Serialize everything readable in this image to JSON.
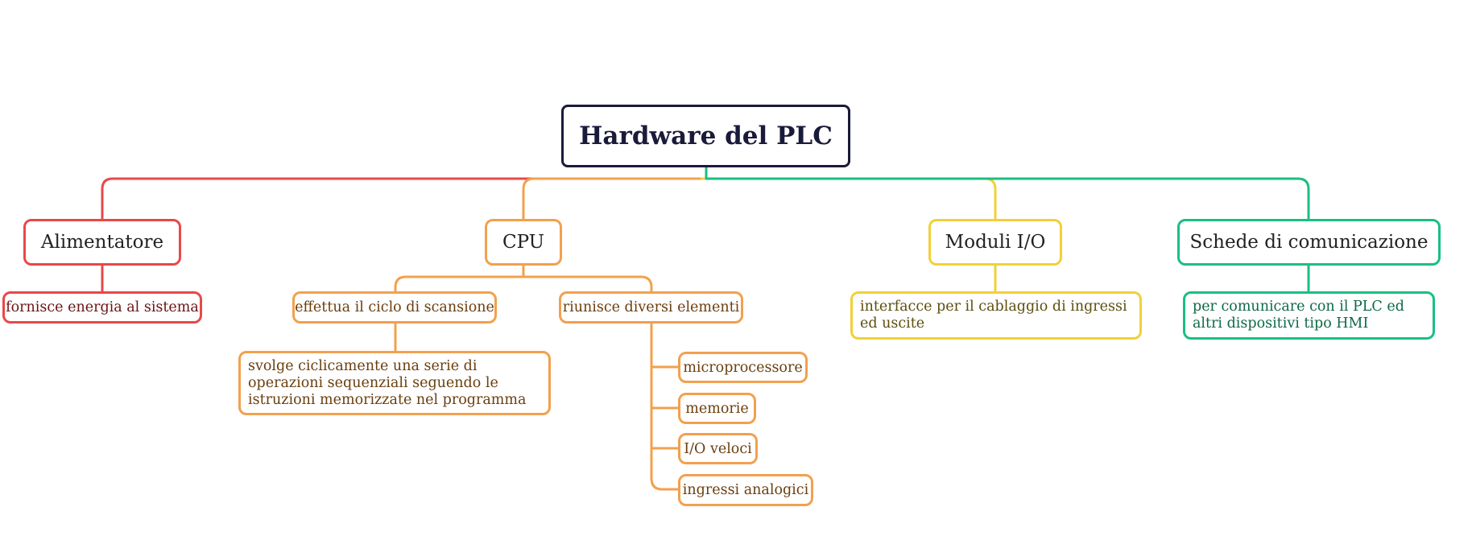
{
  "colors": {
    "root": "#1a1a3a",
    "alimentatore": "#e94848",
    "cpu": "#f2a04e",
    "moduli": "#f2d038",
    "schede": "#1abf82",
    "text_red": "#6a1414",
    "text_orange": "#6a3e0e",
    "text_yellow": "#5e4e10",
    "text_green": "#0d6a46"
  },
  "root": {
    "label": "Hardware del PLC"
  },
  "branches": {
    "alimentatore": {
      "label": "Alimentatore",
      "desc": "fornisce energia al sistema"
    },
    "cpu": {
      "label": "CPU",
      "scan": {
        "label": "effettua il ciclo di scansione",
        "desc": "svolge ciclicamente una serie di operazioni sequenziali seguendo le istruzioni memorizzate nel programma"
      },
      "elements": {
        "label": "riunisce diversi elementi",
        "items": [
          "microprocessore",
          "memorie",
          "I/O veloci",
          "ingressi analogici"
        ]
      }
    },
    "moduli": {
      "label": "Moduli I/O",
      "desc": "interfacce per il cablaggio di ingressi ed uscite"
    },
    "schede": {
      "label": "Schede di comunicazione",
      "desc": "per comunicare con il PLC ed altri dispositivi tipo HMI"
    }
  }
}
